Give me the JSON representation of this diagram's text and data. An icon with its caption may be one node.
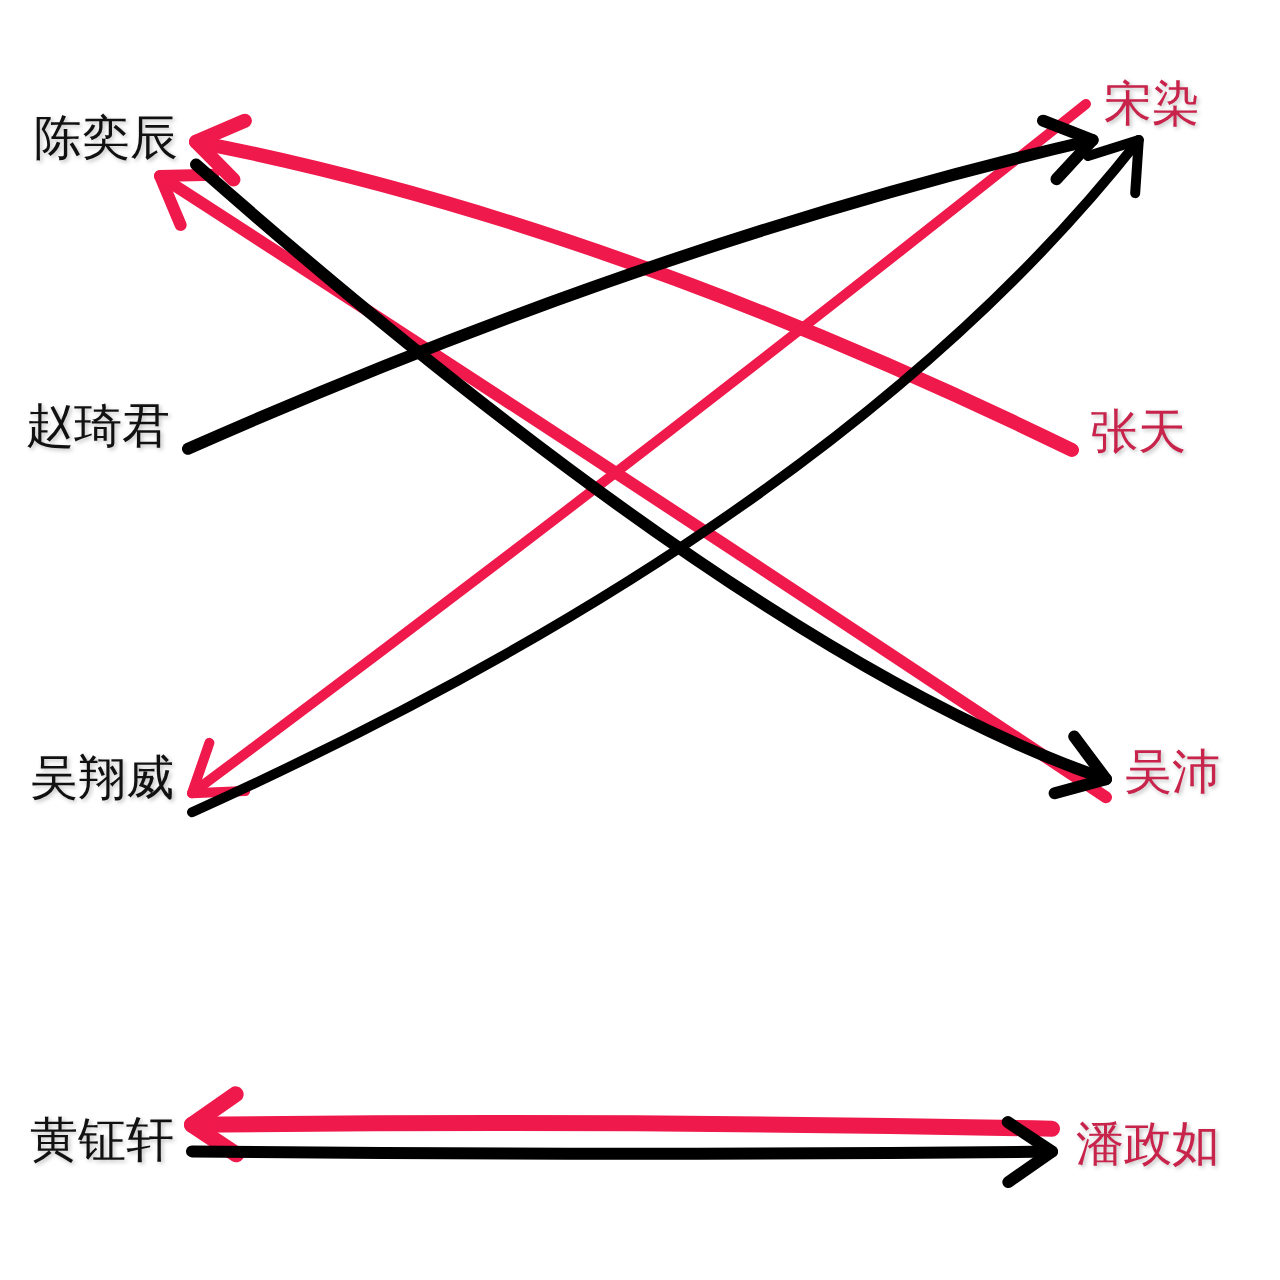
{
  "diagram": {
    "nodes": [
      {
        "text": [
          "陈奕辰"
        ]
      },
      {
        "text": [
          "宋染"
        ]
      },
      {
        "text": [
          "赵琦君"
        ]
      },
      {
        "text": [
          "张天"
        ]
      },
      {
        "text": [
          "吴翔威"
        ]
      },
      {
        "text": [
          "吴沛"
        ]
      },
      {
        "text": [
          "黄钲轩"
        ]
      },
      {
        "text": [
          "潘政如"
        ]
      }
    ],
    "edges": [
      {
        "from": 3,
        "to": 0,
        "arrow": "to",
        "color": "#f0194b"
      },
      {
        "from": 5,
        "to": 0,
        "arrow": "to",
        "color": "#f0194b"
      },
      {
        "from": 1,
        "to": 4,
        "arrow": "to",
        "color": "#f0194b"
      },
      {
        "from": 2,
        "to": 1,
        "arrow": "to",
        "color": "#000000"
      },
      {
        "from": 4,
        "to": 1,
        "arrow": "to",
        "color": "#000000"
      },
      {
        "from": 0,
        "to": 5,
        "arrow": "to",
        "color": "#000000"
      },
      {
        "from": 7,
        "to": 6,
        "arrow": "to",
        "color": "#f0194b"
      },
      {
        "from": 6,
        "to": 7,
        "arrow": "to",
        "color": "#000000"
      }
    ]
  }
}
